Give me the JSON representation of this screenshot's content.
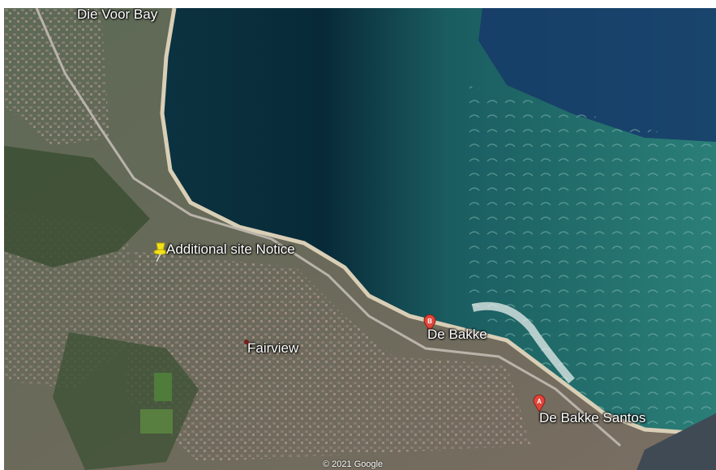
{
  "labels": {
    "voor_bay": "Die Voor Bay",
    "notice": "Additional site Notice",
    "de_bakke": "De Bakke",
    "fairview": "Fairview",
    "santos": "De Bakke Santos"
  },
  "pins": {
    "a": "A",
    "b": "B"
  },
  "copyright": "© 2021 Google",
  "colors": {
    "deep_ocean": "#0c2c3e",
    "shallow_ocean": "#1f6e6c",
    "land": "#4c5a42",
    "pin_red": "#e0463b",
    "pushpin": "#f4e21c"
  }
}
